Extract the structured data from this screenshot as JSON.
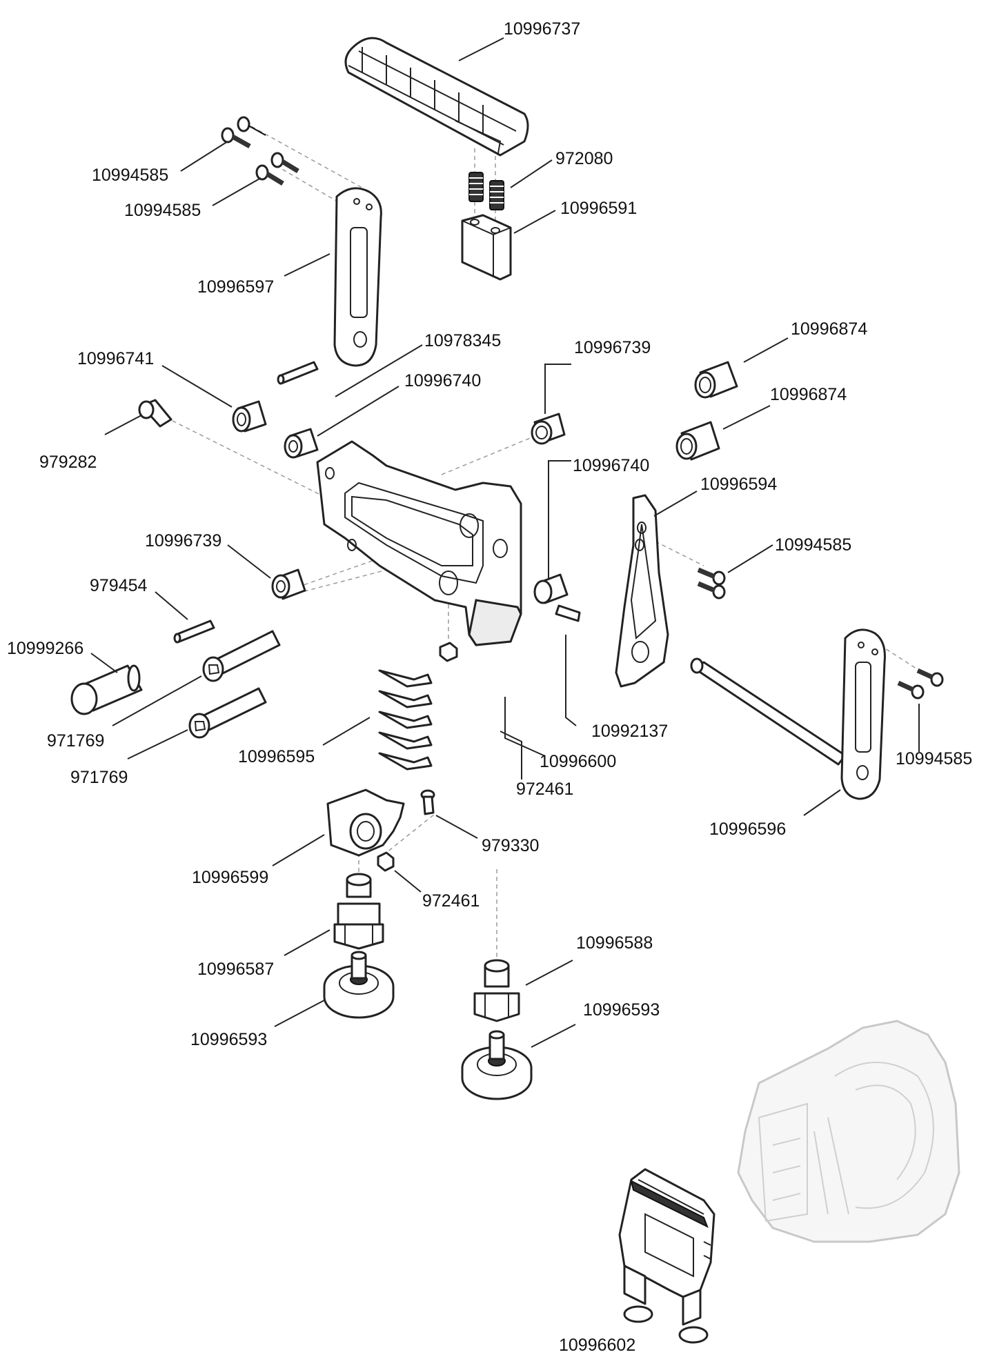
{
  "labels": {
    "handle_grip": "10996737",
    "spring": "972080",
    "grip_mount": "10996591",
    "screw_top_a": "10994585",
    "screw_top_b": "10994585",
    "left_plate": "10996597",
    "dowel_pin_left_plate": "10978345",
    "bushing_left": "10996741",
    "bushing_left_inner": "10996740",
    "bushing_top_right": "10996739",
    "spacer_top": "10996874",
    "spacer_bottom": "10996874",
    "bushing_right": "10996740",
    "swing_arm": "10996594",
    "screw_swing_arm": "10994585",
    "stud_pin": "979282",
    "bushing_front": "10996739",
    "dowel_pin_front": "979454",
    "hinge_pin": "10999266",
    "cap_screw_a": "971769",
    "cap_screw_b": "971769",
    "leaf_springs": "10996595",
    "main_frame": "10996600",
    "set_screw_frame": "972461",
    "dowel_pin_right": "10992137",
    "screw_right_plate": "10994585",
    "right_plate_axle": "10996596",
    "wheel_block": "10996599",
    "wheel_screw": "979330",
    "set_screw_block": "972461",
    "wheel_axle_left": "10996587",
    "wheel_axle_right": "10996588",
    "wheel_left": "10996593",
    "wheel_right": "10996593",
    "assembly": "10996602"
  }
}
